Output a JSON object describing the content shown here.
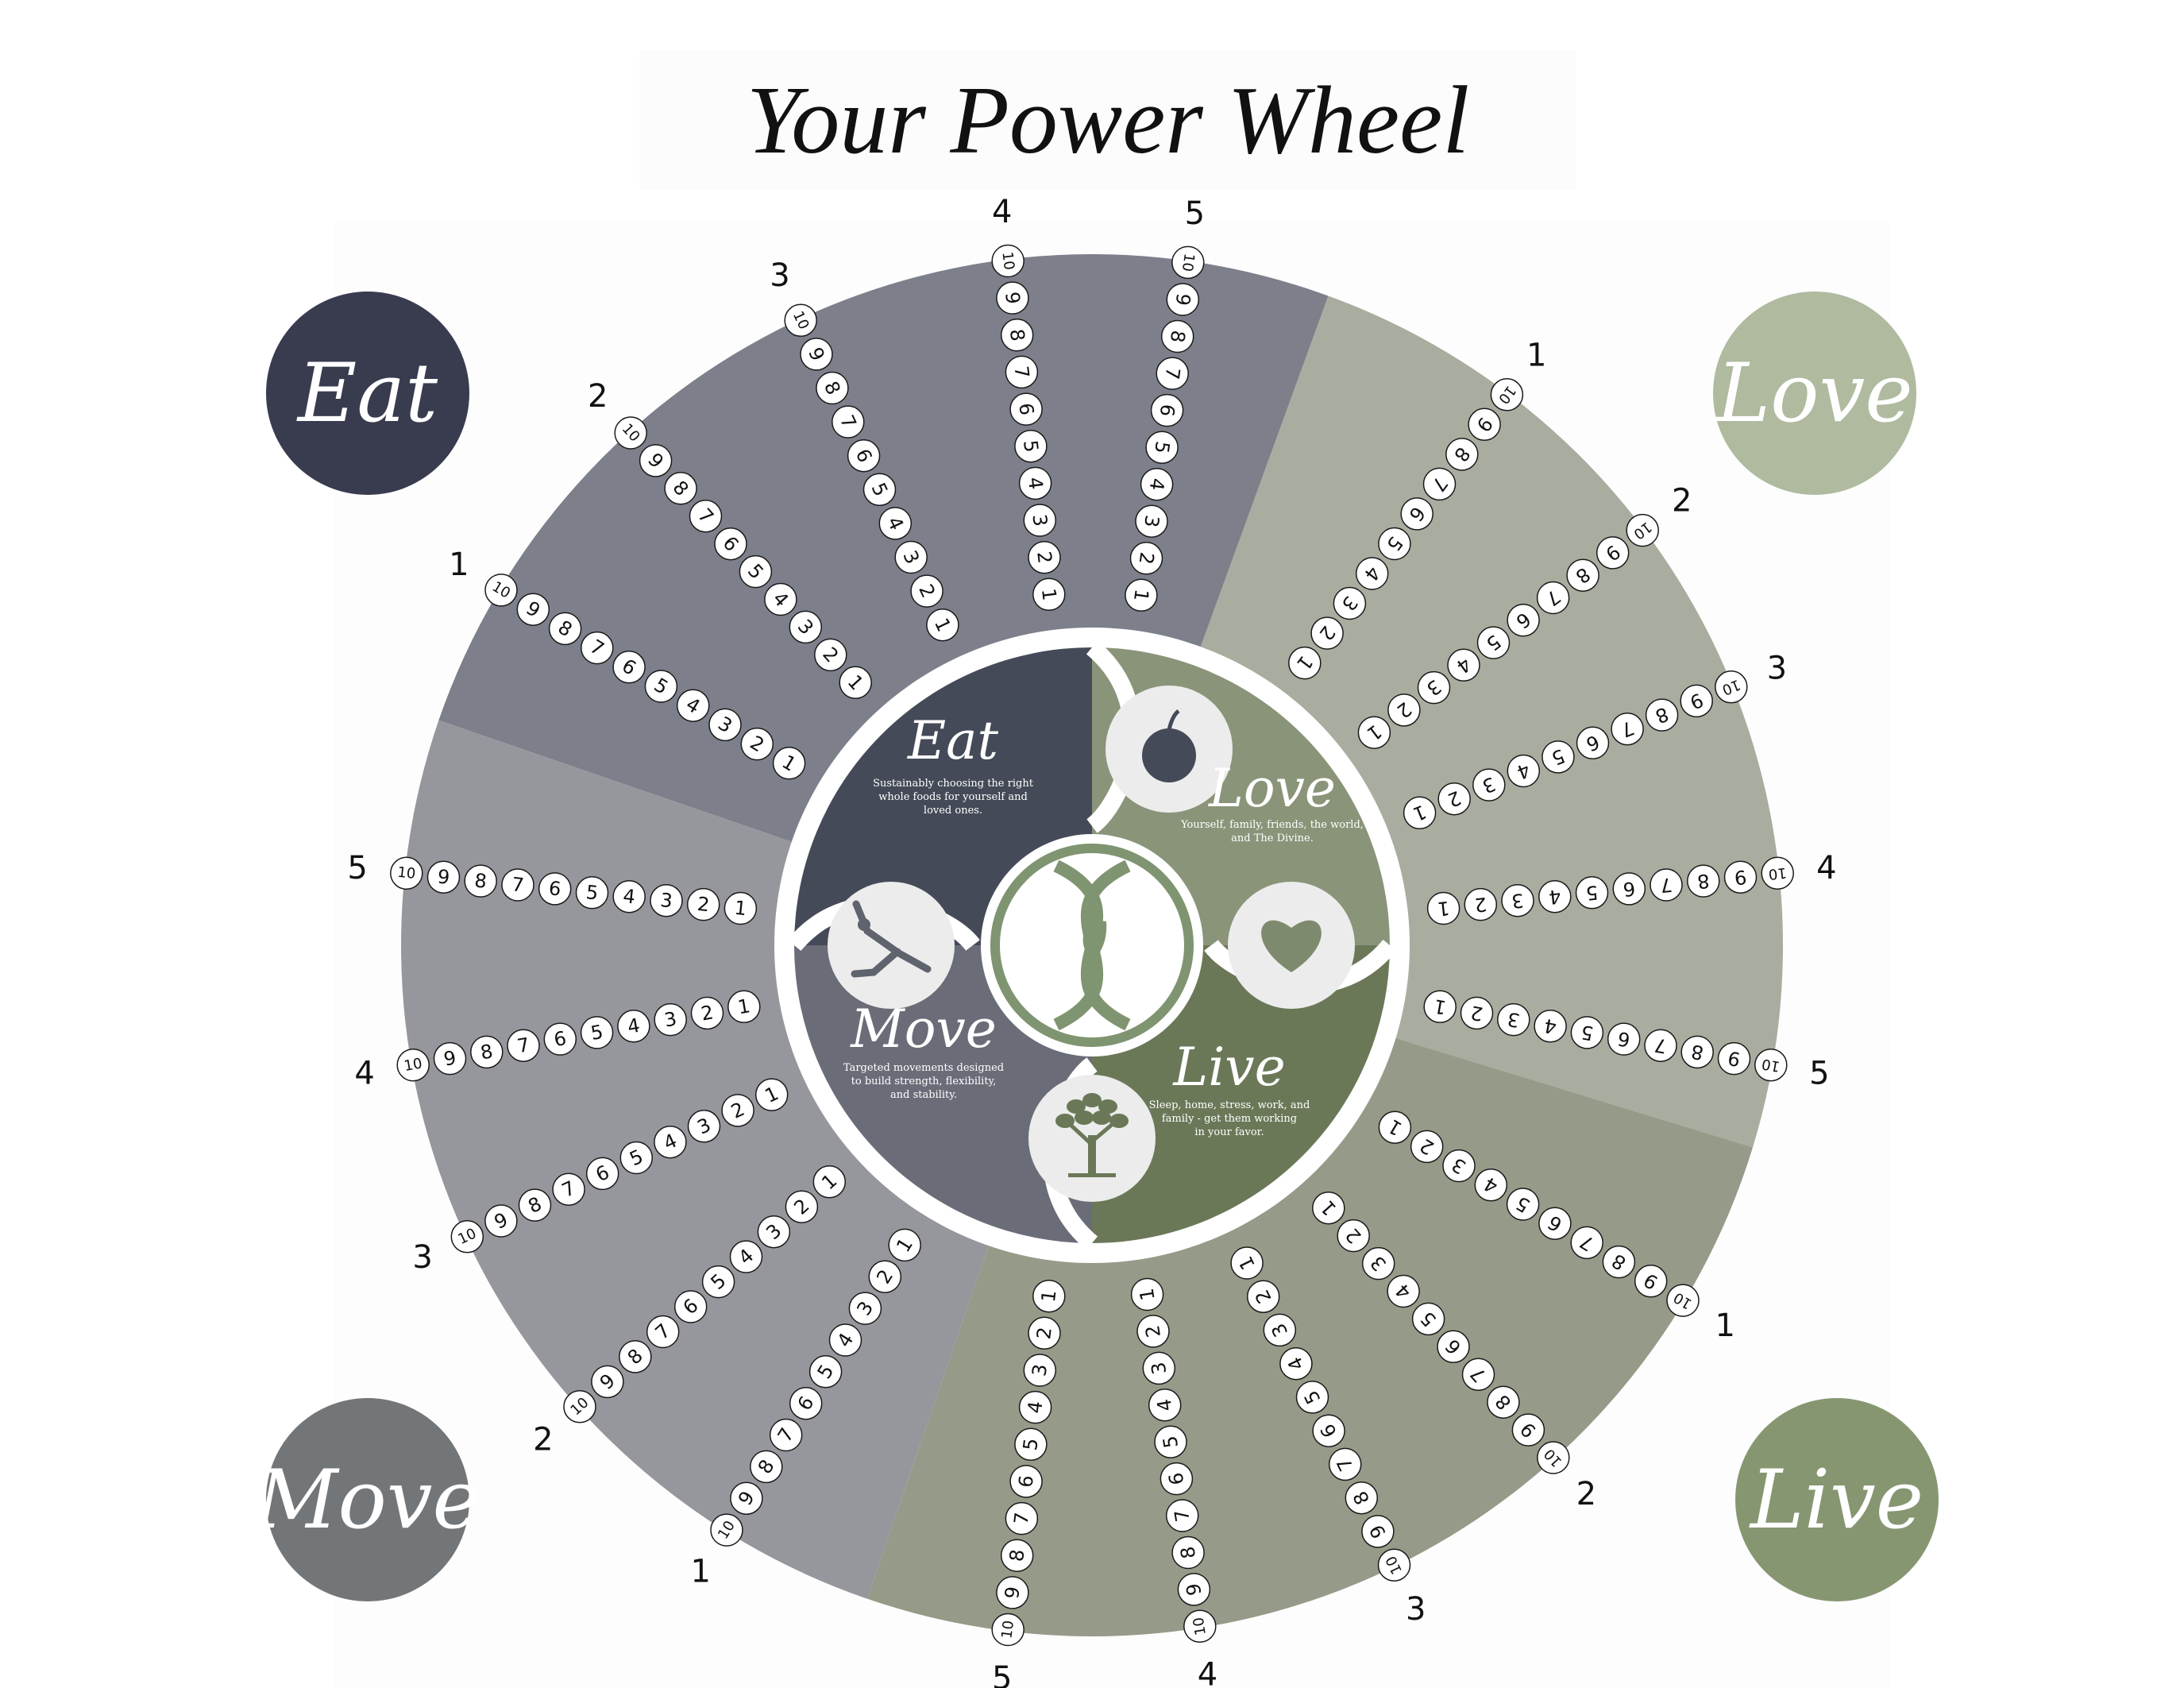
{
  "title": "Your Power Wheel",
  "corners": {
    "eat": {
      "label": "Eat",
      "color": "#393c4f"
    },
    "love": {
      "label": "Love",
      "color": "#afba9f"
    },
    "move": {
      "label": "Move",
      "color": "#737679"
    },
    "live": {
      "label": "Live",
      "color": "#869671"
    }
  },
  "wheel": {
    "sections": [
      {
        "key": "eat",
        "color": "#7d808b"
      },
      {
        "key": "love",
        "color": "#a8ad9f"
      },
      {
        "key": "live",
        "color": "#959b88"
      },
      {
        "key": "move",
        "color": "#96979d"
      }
    ],
    "scale": [
      "1",
      "2",
      "3",
      "4",
      "5",
      "6",
      "7",
      "8",
      "9",
      "10"
    ],
    "spoke_labels": [
      "1",
      "2",
      "3",
      "4",
      "5"
    ]
  },
  "center": {
    "eat": {
      "label": "Eat",
      "description": [
        "Sustainably choosing the right",
        "whole foods for yourself and",
        "loved ones."
      ],
      "color": "#454a58",
      "icon": "apple-icon"
    },
    "love": {
      "label": "Love",
      "description": [
        "Yourself, family, friends, the world,",
        "and The Divine."
      ],
      "color": "#8a9479",
      "icon": "heart-icon"
    },
    "move": {
      "label": "Move",
      "description": [
        "Targeted movements designed",
        "to build strength, flexibility,",
        "and stability."
      ],
      "color": "#6a6d78",
      "icon": "yoga-pose-icon"
    },
    "live": {
      "label": "Live",
      "description": [
        "Sleep, home, stress, work, and",
        "family - get them working",
        "in your favor."
      ],
      "color": "#6b7858",
      "icon": "tree-icon"
    },
    "core_icon": "intertwined-leaves-logo",
    "core_color": "#7f9470"
  }
}
